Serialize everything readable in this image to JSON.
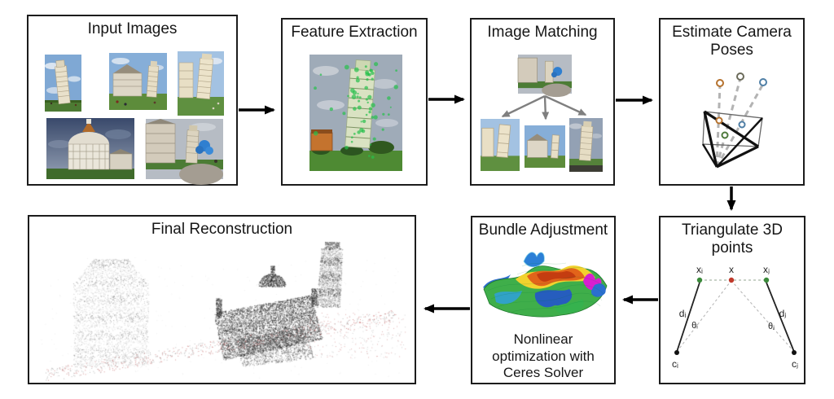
{
  "pipeline": {
    "stages": {
      "input_images": {
        "label": "Input Images"
      },
      "feature_extraction": {
        "label": "Feature Extraction"
      },
      "image_matching": {
        "label": "Image Matching"
      },
      "estimate_camera_poses": {
        "label": "Estimate Camera Poses"
      },
      "triangulate_points": {
        "label": "Triangulate 3D points"
      },
      "bundle_adjustment": {
        "label": "Bundle Adjustment",
        "caption_lines": [
          "Nonlinear",
          "optimization with",
          "Ceres Solver"
        ]
      },
      "final_reconstruction": {
        "label": "Final Reconstruction"
      }
    },
    "triangulation_labels": {
      "x_i": "xᵢ",
      "x": "x",
      "x_j": "xⱼ",
      "d_i": "dᵢ",
      "d_j": "dⱼ",
      "theta_i": "θᵢ",
      "theta_j": "θⱼ",
      "c_i": "cᵢ",
      "c_j": "cⱼ"
    },
    "colors": {
      "box_border": "#1c1c1c",
      "arrow": "#000000",
      "match_arrow": "#7f7f7f",
      "ray_dash": "#b3b3b3",
      "point_orange": "#b5722e",
      "point_blue": "#4f7fa6",
      "point_green": "#4e7a3c",
      "tri_point_green": "#3a8a3a",
      "tri_point_red": "#c0392b",
      "cloud_gray": "#4a4a4a",
      "cloud_red": "#b03030"
    }
  }
}
